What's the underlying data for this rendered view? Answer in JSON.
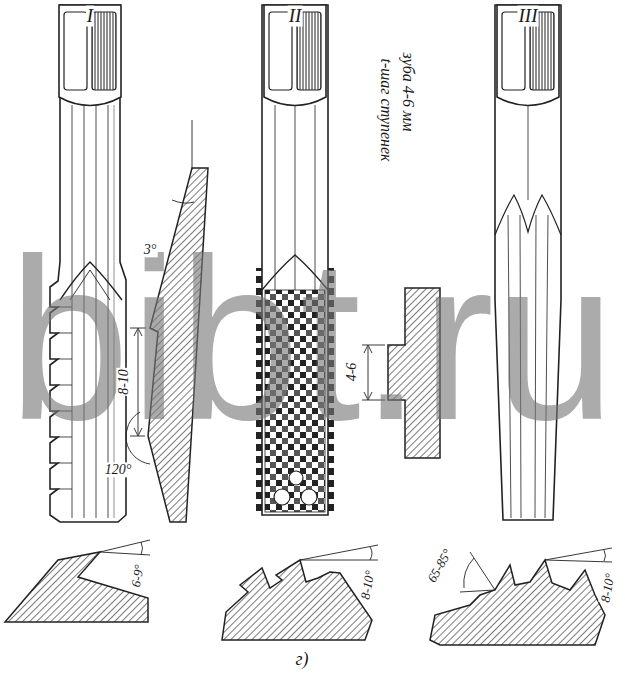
{
  "diagram": {
    "labels": [
      "I",
      "II",
      "III",
      "t-шаг ступенек",
      "зуба 4-6 мм",
      "3°",
      "8-10",
      "120°",
      "4-6",
      "6-9°",
      "8-10°",
      "65-85°",
      "8-10°",
      "г)",
      "bibt.ru"
    ]
  }
}
